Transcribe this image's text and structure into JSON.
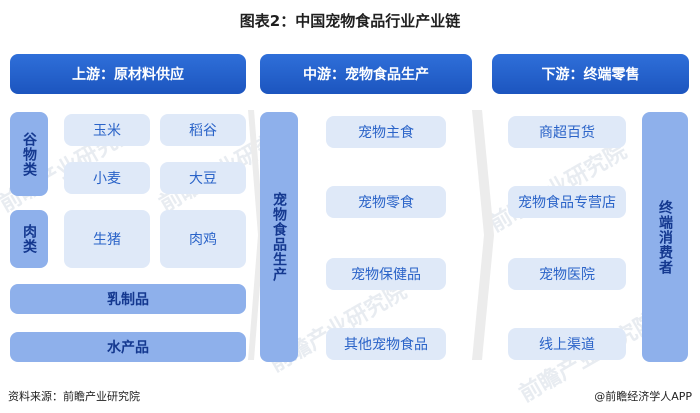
{
  "title": "图表2：中国宠物食品行业产业链",
  "upstream": {
    "header": "上游：原材料供应",
    "grain_label": "谷物类",
    "grains": [
      "玉米",
      "稻谷",
      "小麦",
      "大豆"
    ],
    "meat_label": "肉类",
    "meats": [
      "生猪",
      "肉鸡"
    ],
    "dairy": "乳制品",
    "aquatic": "水产品"
  },
  "midstream": {
    "header": "中游：宠物食品生产",
    "vertical": "宠物食品生产",
    "items": [
      "宠物主食",
      "宠物零食",
      "宠物保健品",
      "其他宠物食品"
    ]
  },
  "downstream": {
    "header": "下游：终端零售",
    "items": [
      "商超百货",
      "宠物食品专营店",
      "宠物医院",
      "线上渠道"
    ],
    "vertical": "终端消费者"
  },
  "footer": {
    "source": "资料来源：前瞻产业研究院",
    "credit": "@前瞻经济学人APP"
  },
  "watermark": "前瞻产业研究院"
}
